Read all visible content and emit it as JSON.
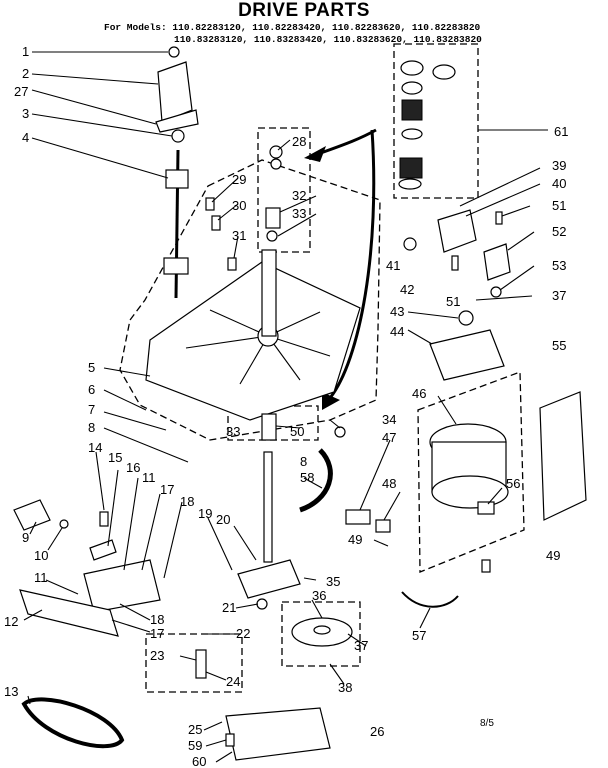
{
  "header": {
    "title": "DRIVE PARTS",
    "models_line1": "For Models: 110.82283120, 110.82283420, 110.82283620, 110.82283820",
    "models_line2": "110.83283120, 110.83283420, 110.83283620, 110.83283820"
  },
  "labels": {
    "n1": "1",
    "n2": "2",
    "n27": "27",
    "n3": "3",
    "n4": "4",
    "n28": "28",
    "n29": "29",
    "n30": "30",
    "n31": "31",
    "n32": "32",
    "n33a": "33",
    "n61": "61",
    "n39": "39",
    "n40": "40",
    "n51a": "51",
    "n52": "52",
    "n41": "41",
    "n42": "42",
    "n53": "53",
    "n51b": "51",
    "n37a": "37",
    "n43": "43",
    "n44": "44",
    "n55": "55",
    "n46": "46",
    "n5": "5",
    "n6": "6",
    "n7": "7",
    "n8a": "8",
    "n33b": "33",
    "n50": "50",
    "n34": "34",
    "n47": "47",
    "n8b": "8",
    "n58": "58",
    "n14": "14",
    "n15": "15",
    "n16": "16",
    "n11a": "11",
    "n17a": "17",
    "n18a": "18",
    "n48": "48",
    "n56": "56",
    "n9": "9",
    "n10": "10",
    "n19": "19",
    "n20": "20",
    "n49a": "49",
    "n49b": "49",
    "n35": "35",
    "n11b": "11",
    "n12": "12",
    "n18b": "18",
    "n17b": "17",
    "n21": "21",
    "n36": "36",
    "n22": "22",
    "n57": "57",
    "n37b": "37",
    "n23": "23",
    "n24": "24",
    "n38": "38",
    "n13": "13",
    "n25": "25",
    "n26": "26",
    "n59": "59",
    "n60": "60"
  },
  "footer": {
    "code": "8/5"
  }
}
